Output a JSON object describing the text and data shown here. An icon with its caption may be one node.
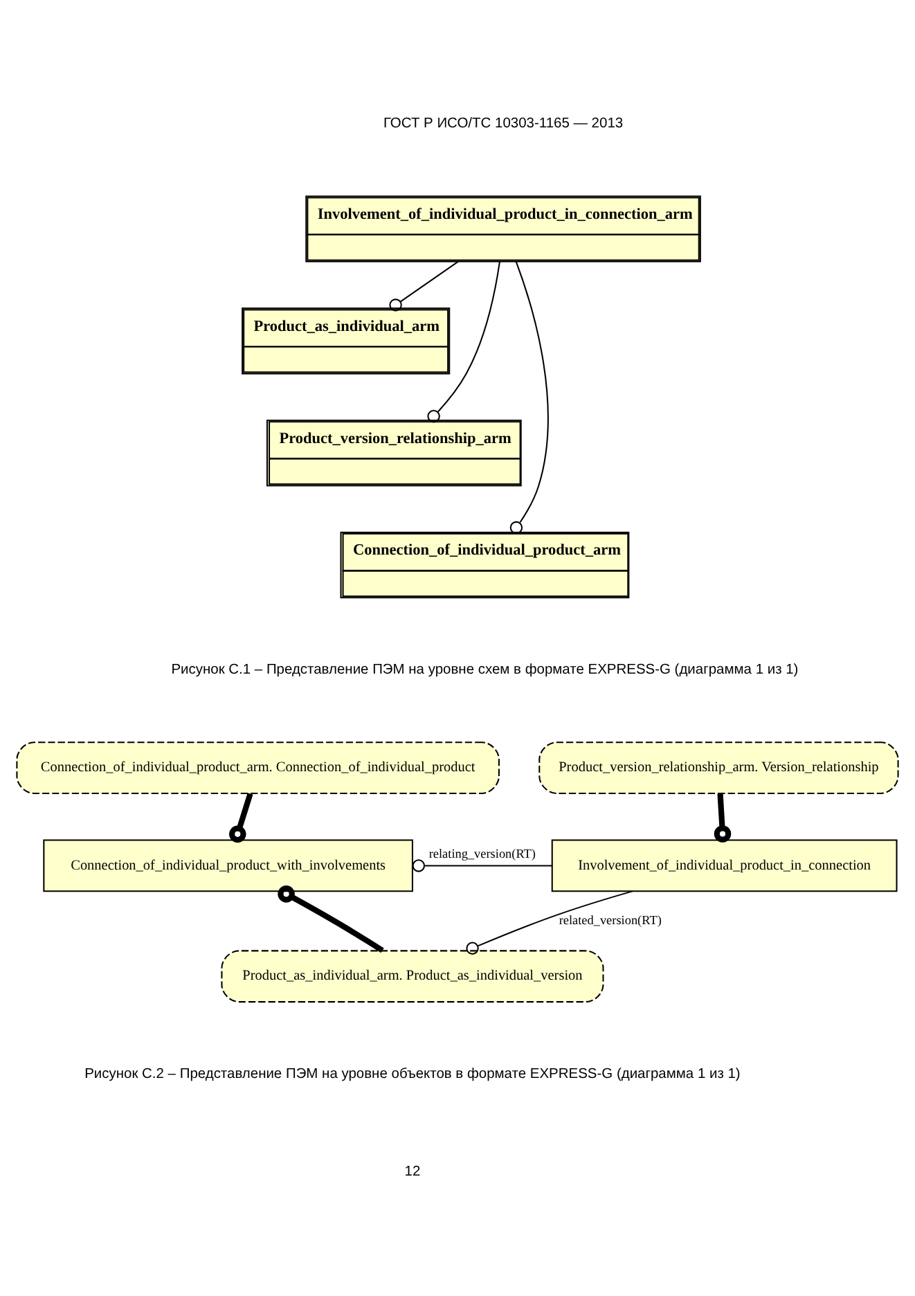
{
  "diagram": {
    "nodes": [
      {
        "text": [
          "Involvement_of_individual_product_in_connection_arm"
        ]
      },
      {
        "text": [
          "Product_as_individual_arm"
        ]
      },
      {
        "text": [
          "Product_version_relationship_arm"
        ]
      },
      {
        "text": [
          "Connection_of_individual_product_arm"
        ]
      },
      {
        "text": [
          "Connection_of_individual_product_arm. Connection_of_individual_product"
        ]
      },
      {
        "text": [
          "Connection_of_individual_product_with_involvements"
        ]
      },
      {
        "text": [
          "Product_version_relationship_arm. Version_relationship"
        ]
      },
      {
        "text": [
          "Involvement_of_individual_product_in_connection"
        ]
      },
      {
        "text": [
          "Product_as_individual_arm. Product_as_individual_version"
        ]
      }
    ],
    "edges": [
      {
        "from": 0,
        "to": 1,
        "arrow": "other"
      },
      {
        "from": 0,
        "to": 2,
        "arrow": "other"
      },
      {
        "from": 0,
        "to": 3,
        "arrow": "other"
      },
      {
        "from": 4,
        "to": 5,
        "arrow": "other",
        "style": "thick"
      },
      {
        "from": 8,
        "to": 5,
        "arrow": "other",
        "style": "thick"
      },
      {
        "from": 6,
        "to": 7,
        "arrow": "other",
        "style": "thick"
      },
      {
        "from": 7,
        "to": 5,
        "arrow": "other",
        "label": "relating_version(RT)"
      },
      {
        "from": 7,
        "to": 8,
        "arrow": "other",
        "label": "related_version(RT)"
      }
    ],
    "labels": [
      "ГОСТ Р ИСО/ТС 10303-1165 — 2013",
      "Рисунок С.1 – Представление ПЭМ на уровне схем в формате EXPRESS-G (диаграмма 1 из 1)",
      "Рисунок С.2 – Представление ПЭМ на уровне объектов в формате EXPRESS-G (диаграмма 1 из 1)",
      "12"
    ]
  }
}
